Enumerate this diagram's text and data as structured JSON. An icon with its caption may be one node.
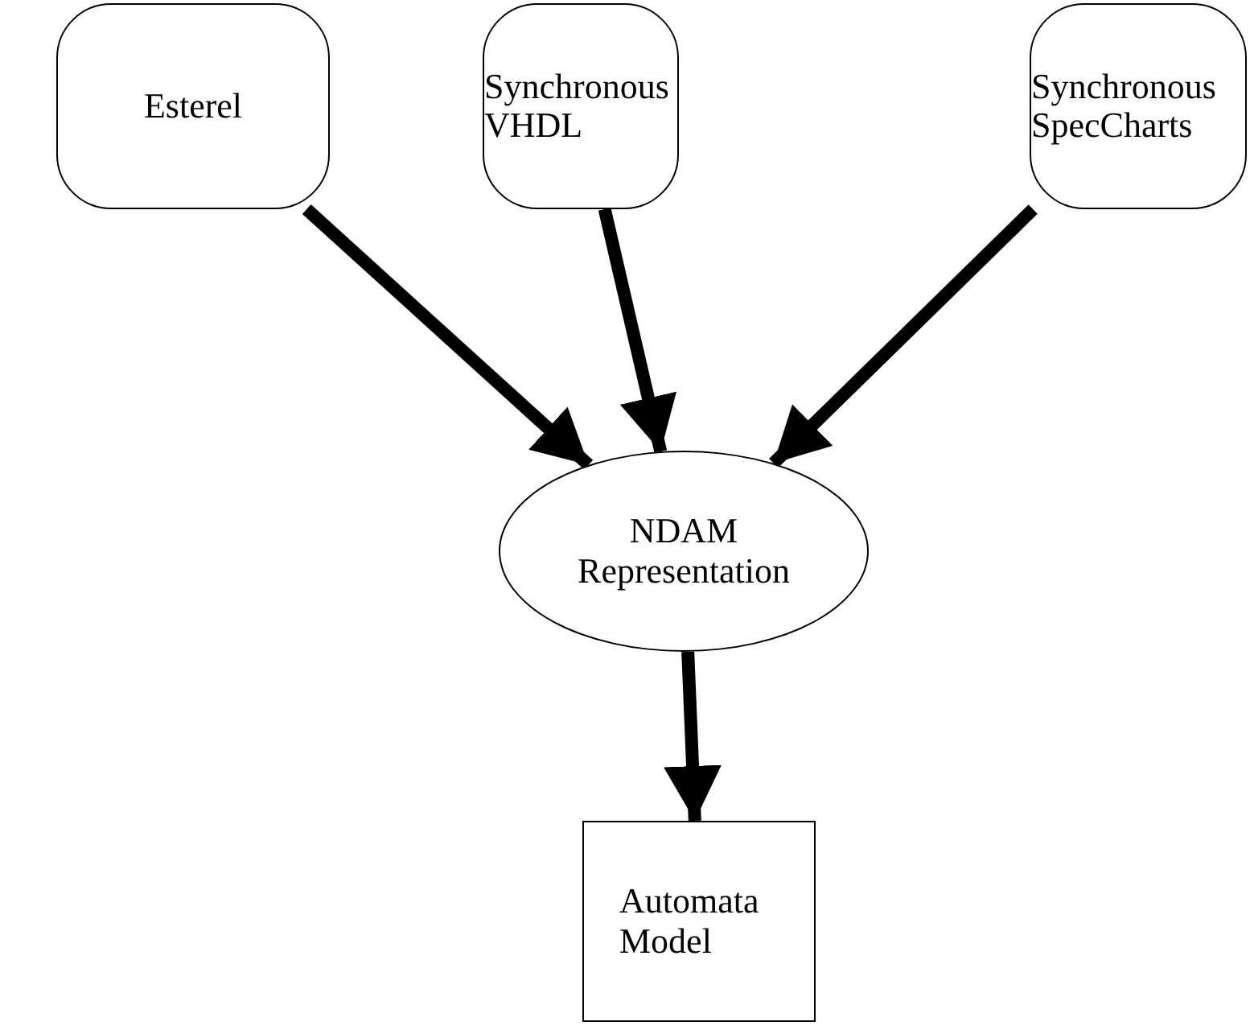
{
  "diagram": {
    "nodes": [
      {
        "text": [
          "Esterel"
        ]
      },
      {
        "text": [
          "Synchronous VHDL"
        ]
      },
      {
        "text": [
          "Synchronous SpecCharts"
        ]
      },
      {
        "text": [
          "NDAM Representation"
        ]
      },
      {
        "text": [
          "Automata Model"
        ]
      }
    ],
    "edges": [
      {
        "from": 0,
        "to": 3,
        "arrow": "to"
      },
      {
        "from": 1,
        "to": 3,
        "arrow": "to"
      },
      {
        "from": 2,
        "to": 3,
        "arrow": "to"
      },
      {
        "from": 3,
        "to": 4,
        "arrow": "to"
      }
    ]
  }
}
